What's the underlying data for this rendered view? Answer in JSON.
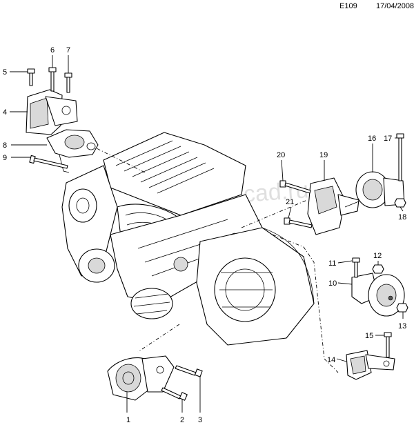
{
  "header": {
    "code": "E109",
    "date": "17/04/2008"
  },
  "watermark": "mastercad.ru",
  "callouts": [
    "1",
    "2",
    "3",
    "4",
    "5",
    "6",
    "7",
    "8",
    "9",
    "10",
    "11",
    "12",
    "13",
    "14",
    "15",
    "16",
    "17",
    "18",
    "19",
    "20",
    "21"
  ]
}
